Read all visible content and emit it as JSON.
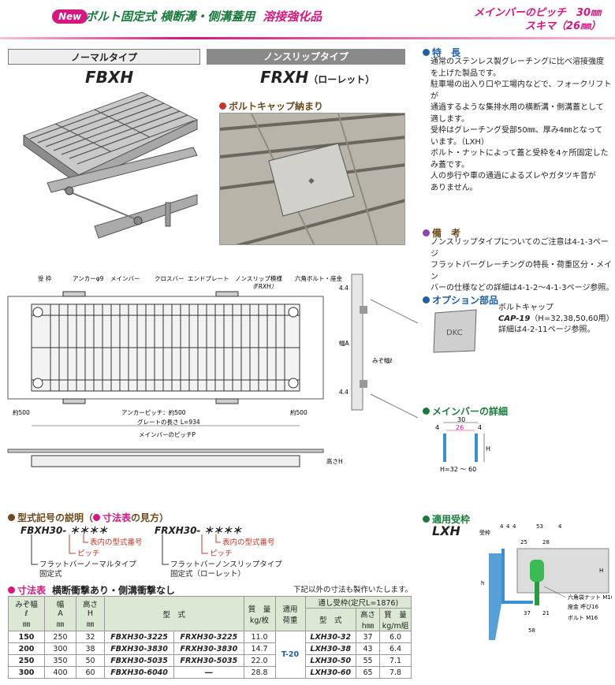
{
  "header": {
    "badge": "New",
    "title": "ボルト固定式 横断溝・側溝蓋用",
    "title_accent": "溶接強化品",
    "pitch_line": "メインバーのピッチ　30㎜",
    "gap_line": "スキマ（26㎜）"
  },
  "types": {
    "normal_label": "ノーマルタイプ",
    "normal_model": "FBXH",
    "nonslip_label": "ノンスリップタイプ",
    "nonslip_model": "FRXH",
    "nonslip_suffix": "（ローレット）",
    "bolt_cap_caption": "ボルトキャップ納まり"
  },
  "features": {
    "title": "特　長",
    "lines": [
      "通常のステンレス製グレーチングに比べ溶接強度",
      "を上げた製品です。",
      "駐車場の出入り口や工場内などで、フォークリフトが",
      "通過するような集排水用の横断溝・側溝蓋として",
      "適します。",
      "受枠はグレーチング受部50㎜、厚み4㎜となって",
      "います。（LXH）",
      "ボルト・ナットによって蓋と受枠を4ヶ所固定した",
      "み蓋です。",
      "人の歩行や車の通過によるズレやガタツキ音が",
      "ありません。"
    ]
  },
  "notes": {
    "title": "備　考",
    "lines": [
      "ノンスリップタイプについてのご注意は4-1-3ページ",
      "フラットバーグレーチングの特長・荷重区分・メイン",
      "バーの仕様などの詳細は4-1-2～4-1-3ページ参照。"
    ]
  },
  "option": {
    "title": "オプション部品",
    "name": "ボルトキャップ",
    "model": "CAP-19",
    "sizes": "（H=32,38,50,60用）",
    "ref": "詳細は4-2-11ページ参照。",
    "cap_mark": "DKC"
  },
  "mainbar": {
    "title": "メインバーの詳細",
    "dim_30": "30",
    "dim_26": "26",
    "dim_4a": "4",
    "dim_4b": "4",
    "dim_h": "H",
    "range": "H=32 ～ 60"
  },
  "frame": {
    "title": "適用受枠",
    "model": "LXH",
    "label_uke": "受枠",
    "d1": "4",
    "d2": "4",
    "d3": "4",
    "d4": "53",
    "d5": "4",
    "d6": "25",
    "d7": "28",
    "d8": "37",
    "d9": "21",
    "d10": "58",
    "label_h": "H",
    "label_hsmall": "h",
    "label_nut": "六角袋ナット M16",
    "label_washer": "座金 呼び16",
    "label_bolt": "ボルト M16"
  },
  "drawing": {
    "lbl_ukewaku": "受 枠",
    "lbl_anchor": "アンカーφ9",
    "lbl_mainbar": "メインバー",
    "lbl_crossbar": "クロスバー",
    "lbl_endplate": "エンドプレート",
    "lbl_nonslip": "ノンスリップ模様",
    "lbl_nonslip2": "（FRXH）",
    "lbl_hexbolt": "六角ボルト・座金",
    "lbl_500a": "約500",
    "lbl_pitch": "アンカーピッチ：約500",
    "lbl_500b": "約500",
    "lbl_length": "グレートの長さ L=934",
    "lbl_mbpitch": "メインバーのピッチP",
    "lbl_height": "高さH",
    "lbl_width": "幅A",
    "lbl_mizohaba": "みぞ幅ℓ",
    "dim44a": "4.4",
    "dim44b": "4.4"
  },
  "explanation": {
    "title": "型式記号の説明",
    "sub": "（",
    "sub_accent": "寸法表",
    "sub_end": "の見方）",
    "code_left": "FBXH30- ＊＊＊＊",
    "code_right": "FRXH30- ＊＊＊＊",
    "l_table": "表内の型式番号",
    "l_pitch": "ピッチ",
    "l_flat_normal": "フラットバーノーマルタイプ",
    "l_fixed": "固定式",
    "r_table": "表内の型式番号",
    "r_pitch": "ピッチ",
    "r_flat_nonslip": "フラットバーノンスリップタイプ",
    "r_fixed": "固定式（ローレット）"
  },
  "table": {
    "title": "寸法表",
    "subtitle": "横断衝撃あり・側溝衝撃なし",
    "note": "下記以外の寸法も製作いたします。",
    "h_mizo": "みぞ幅",
    "h_mizo2": "ℓ",
    "h_mizo3": "㎜",
    "h_haba": "幅",
    "h_haba2": "A",
    "h_haba3": "㎜",
    "h_taka": "高さ",
    "h_taka2": "H",
    "h_taka3": "㎜",
    "h_model": "型　式",
    "h_mass": "質　量",
    "h_mass2": "kg/枚",
    "h_load": "適用",
    "h_load2": "荷重",
    "h_frame": "通し受枠(定尺L=1876)",
    "h_fmodel": "型　式",
    "h_fh": "高さ",
    "h_fh2": "h㎜",
    "h_fmass": "質　量",
    "h_fmass2": "kg/m組",
    "load": "T-20",
    "rows": [
      {
        "l": "150",
        "a": "250",
        "h": "32",
        "m1": "FBXH30-3225",
        "m2": "FRXH30-3225",
        "kg": "11.0",
        "fm": "LXH30-32",
        "fh": "37",
        "fkg": "6.0"
      },
      {
        "l": "200",
        "a": "300",
        "h": "38",
        "m1": "FBXH30-3830",
        "m2": "FRXH30-3830",
        "kg": "14.7",
        "fm": "LXH30-38",
        "fh": "43",
        "fkg": "6.4"
      },
      {
        "l": "250",
        "a": "350",
        "h": "50",
        "m1": "FBXH30-5035",
        "m2": "FRXH30-5035",
        "kg": "22.0",
        "fm": "LXH30-50",
        "fh": "55",
        "fkg": "7.1"
      },
      {
        "l": "300",
        "a": "400",
        "h": "60",
        "m1": "FBXH30-6040",
        "m2": "―",
        "kg": "28.8",
        "fm": "LXH30-60",
        "fh": "65",
        "fkg": "7.8"
      }
    ]
  },
  "colors": {
    "accent_pink": "#d4187f",
    "accent_green": "#1a7a3c",
    "accent_blue": "#1f5fa6"
  }
}
